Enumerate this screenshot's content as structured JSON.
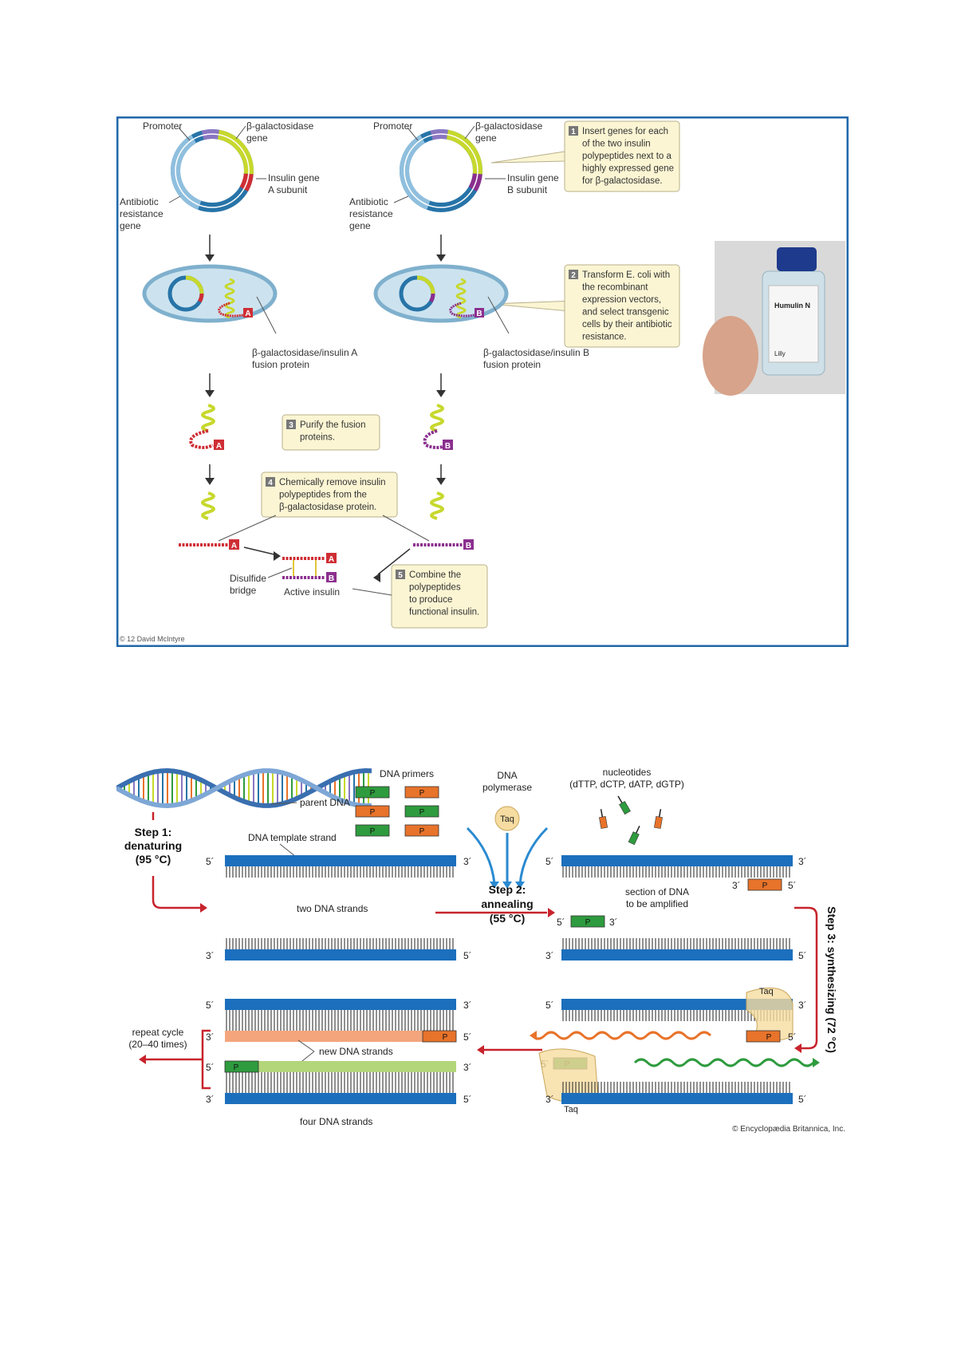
{
  "insulin_figure": {
    "plasmid_a": {
      "promoter": "Promoter",
      "bgal_gene": [
        "β-galactosidase",
        "gene"
      ],
      "insulin_gene": [
        "Insulin gene",
        "A subunit"
      ],
      "antibiotic": [
        "Antibiotic",
        "resistance",
        "gene"
      ]
    },
    "plasmid_b": {
      "promoter": "Promoter",
      "bgal_gene": [
        "β-galactosidase",
        "gene"
      ],
      "insulin_gene": [
        "Insulin gene",
        "B subunit"
      ],
      "antibiotic": [
        "Antibiotic",
        "resistance",
        "gene"
      ]
    },
    "steps": [
      {
        "num": "1",
        "lines": [
          "Insert genes for each",
          "of the two insulin",
          "polypeptides next to a",
          "highly expressed gene",
          "for β-galactosidase."
        ]
      },
      {
        "num": "2",
        "lines": [
          "Transform E. coli with",
          "the recombinant",
          "expression vectors,",
          "and select transgenic",
          "cells by their antibiotic",
          "resistance."
        ]
      },
      {
        "num": "3",
        "lines": [
          "Purify the fusion",
          "proteins."
        ]
      },
      {
        "num": "4",
        "lines": [
          "Chemically remove insulin",
          "polypeptides from the",
          "β-galactosidase protein."
        ]
      },
      {
        "num": "5",
        "lines": [
          "Combine the",
          "polypeptides",
          "to produce",
          "functional insulin."
        ]
      }
    ],
    "fusion_a": [
      "β-galactosidase/insulin A",
      "fusion protein"
    ],
    "fusion_b": [
      "β-galactosidase/insulin B",
      "fusion protein"
    ],
    "subunit_a": "A",
    "subunit_b": "B",
    "disulfide": [
      "Disulfide",
      "bridge"
    ],
    "active_insulin": "Active insulin",
    "credit": "© 12 David McIntyre",
    "vial_label": [
      "Humulin N",
      "Lilly"
    ],
    "colors": {
      "frame": "#1f67ab",
      "promoter": "#8a76c2",
      "bgal": "#c7d82d",
      "insulin_a": "#cf2e35",
      "insulin_b": "#8b2f8e",
      "plasmid": "#2774a8",
      "cell": "#cce3ef",
      "callout": "#fbf5d3"
    }
  },
  "pcr_figure": {
    "dna_primers": "DNA primers",
    "primer_label": "P",
    "dna_polymerase": [
      "DNA",
      "polymerase"
    ],
    "taq": "Taq",
    "nucleotides": [
      "nucleotides",
      "(dTTP, dCTP, dATP, dGTP)"
    ],
    "parent_dna": "parent DNA",
    "step1": [
      "Step 1:",
      "denaturing",
      "(95 °C)"
    ],
    "step2": [
      "Step 2:",
      "annealing",
      "(55 °C)"
    ],
    "step3": "Step 3: synthesizing (72 °C)",
    "template_strand": "DNA template strand",
    "two_strands": "two DNA strands",
    "section_amplified": [
      "section of DNA",
      "to be amplified"
    ],
    "new_strands": "new DNA strands",
    "four_strands": "four DNA strands",
    "repeat_cycle": [
      "repeat cycle",
      "(20–40 times)"
    ],
    "five_prime": "5´",
    "three_prime": "3´",
    "credit": "© Encyclopædia Britannica, Inc.",
    "colors": {
      "strand": "#1b6fbd",
      "primer_green": "#2e9b3e",
      "primer_orange": "#e8732a",
      "new_orange": "#f4a57c",
      "new_green": "#b3d67a",
      "arrow_red": "#c8232c",
      "taq": "#f6dca0"
    }
  }
}
